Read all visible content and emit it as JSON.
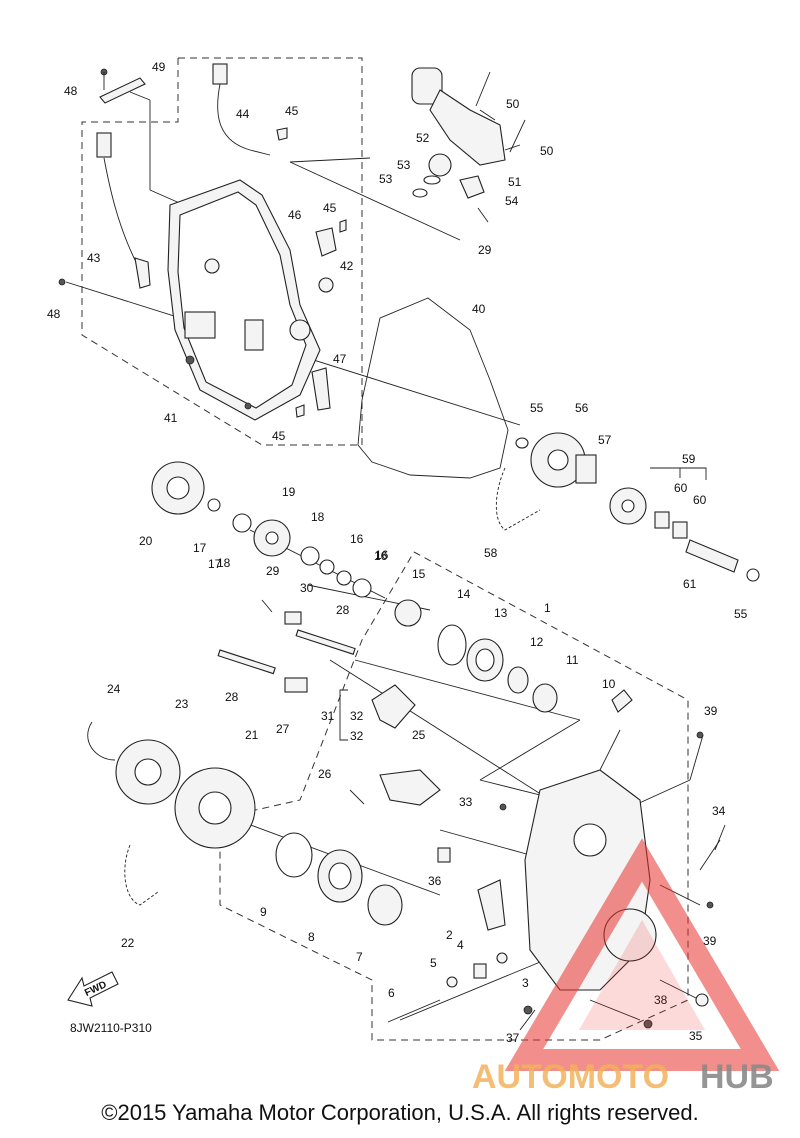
{
  "diagram_code": "8JW2110-P310",
  "fwd_label": "FWD",
  "copyright": "©2015 Yamaha Motor Corporation, U.S.A. All rights reserved.",
  "watermark": {
    "auto": "AUTOMOTO",
    "hub": "HUB",
    "accent_color": "#e8322e",
    "orange": "#f2b25a",
    "gray": "#8a8a8a"
  },
  "part_numbers": [
    "1",
    "2",
    "3",
    "4",
    "5",
    "6",
    "7",
    "8",
    "9",
    "10",
    "11",
    "12",
    "13",
    "14",
    "15",
    "16",
    "17",
    "18",
    "19",
    "20",
    "21",
    "22",
    "23",
    "24",
    "25",
    "26",
    "27",
    "28",
    "29",
    "30",
    "31",
    "32",
    "33",
    "34",
    "35",
    "36",
    "37",
    "38",
    "39",
    "40",
    "41",
    "42",
    "43",
    "44",
    "45",
    "46",
    "47",
    "48",
    "49",
    "50",
    "51",
    "52",
    "53",
    "54",
    "55",
    "56",
    "57",
    "58",
    "59",
    "60",
    "61"
  ]
}
